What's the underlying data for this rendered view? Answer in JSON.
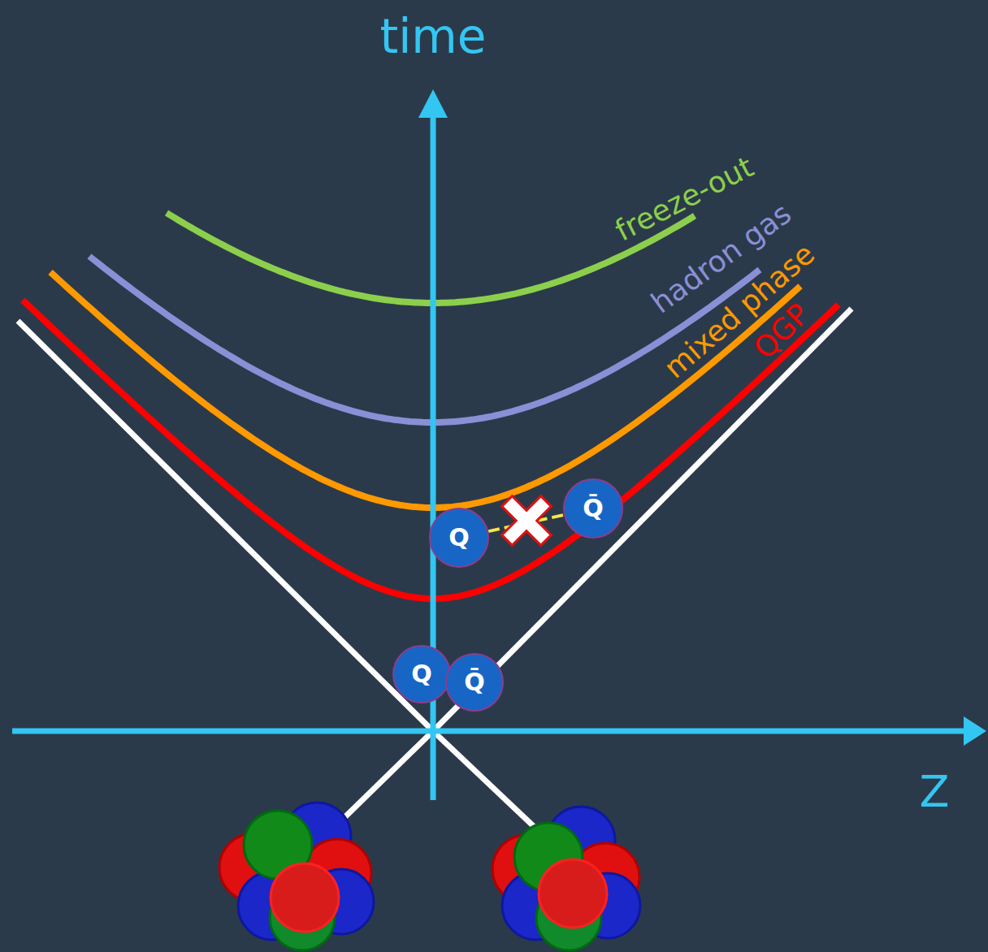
{
  "diagram": {
    "nodes": [
      {
        "text": [
          "Q"
        ]
      },
      {
        "text": [
          "Q̄"
        ]
      },
      {
        "text": [
          "Q"
        ]
      },
      {
        "text": [
          "Q̄"
        ]
      }
    ],
    "edges": [
      {
        "from": 0,
        "to": 1,
        "arrow": "none"
      }
    ],
    "labels": [
      "time",
      "freeze-out",
      "hadron gas",
      "mixed phase",
      "QGP",
      "Z"
    ]
  }
}
